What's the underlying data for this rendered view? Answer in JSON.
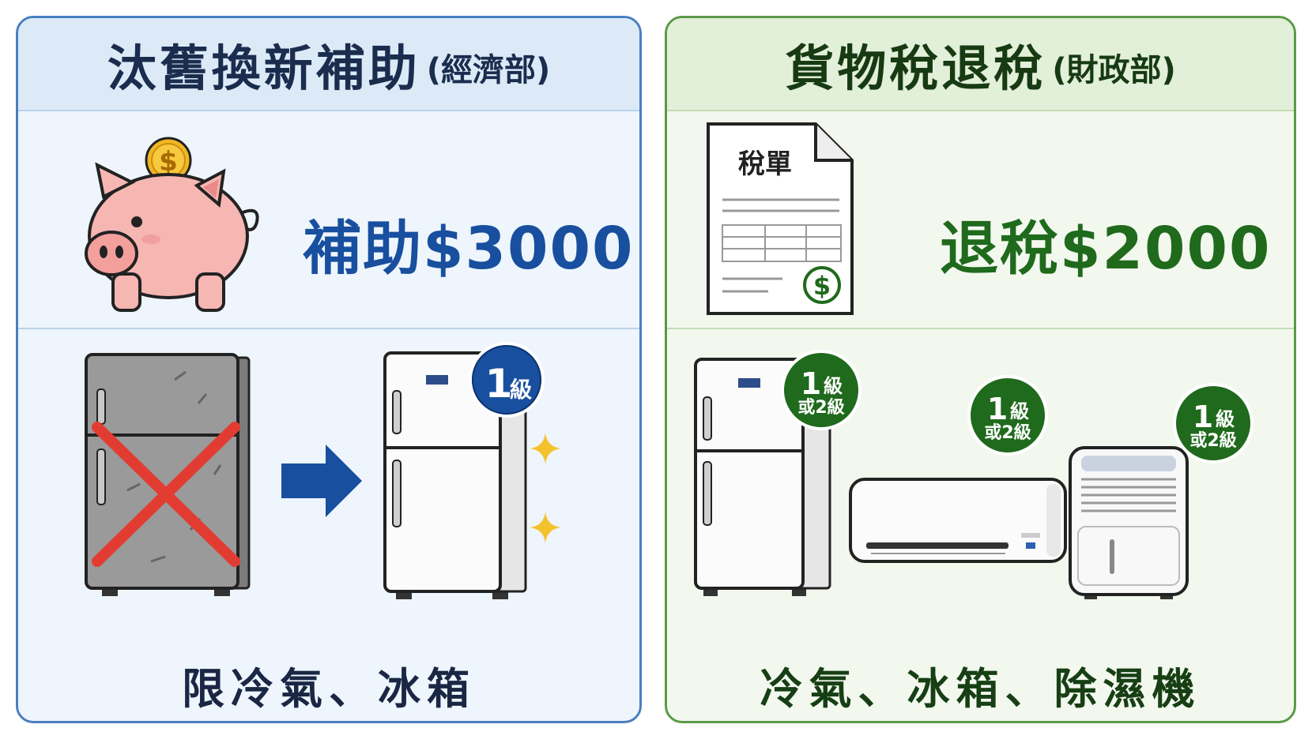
{
  "left_panel": {
    "title": "汰舊換新補助",
    "title_agency": "(經濟部)",
    "amount_text": "補助$3000",
    "coin_symbol": "$",
    "badge_number": "1",
    "badge_unit": "級",
    "footer": "限冷氣、冰箱",
    "accent_color": "#184f9f"
  },
  "right_panel": {
    "title": "貨物稅退稅",
    "title_agency": "(財政部)",
    "amount_text": "退稅$2000",
    "document_label": "稅單",
    "document_symbol": "$",
    "badges": [
      {
        "number": "1",
        "unit": "級",
        "alt": "或2級"
      },
      {
        "number": "1",
        "unit": "級",
        "alt": "或2級"
      },
      {
        "number": "1",
        "unit": "級",
        "alt": "或2級"
      }
    ],
    "footer": "冷氣、冰箱、除濕機",
    "accent_color": "#1f6a1c"
  }
}
